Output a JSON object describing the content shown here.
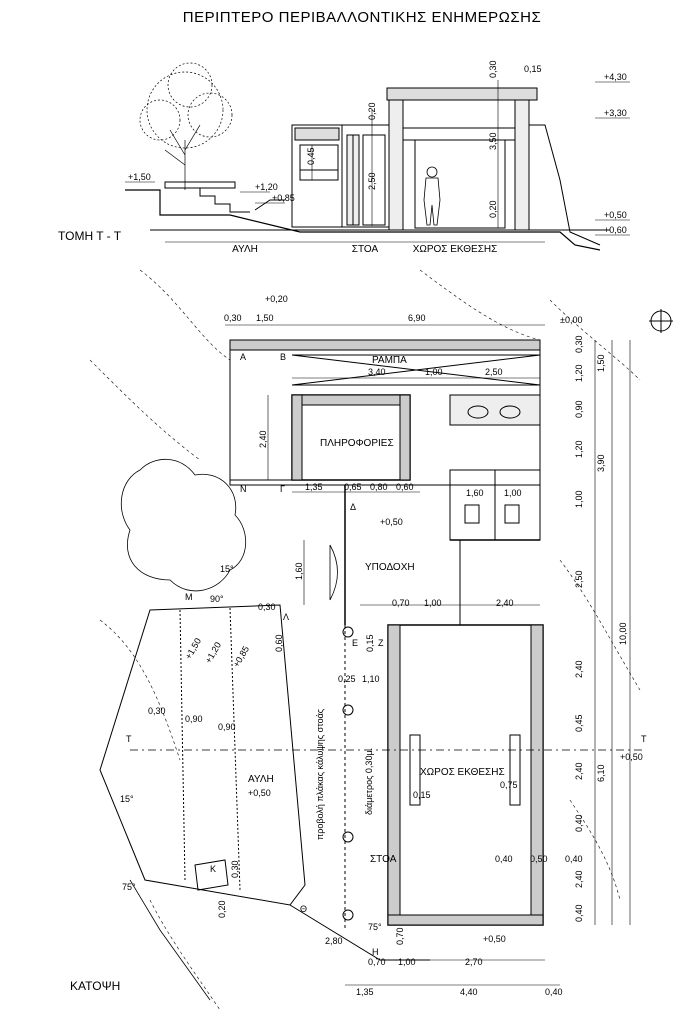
{
  "title": "ΠΕΡΙΠΤΕΡΟ ΠΕΡΙΒΑΛΛΟΝΤΙΚΗΣ ΕΝΗΜΕΡΩΣΗΣ",
  "section": {
    "name": "ΤΟΜΗ Τ - Τ",
    "zones": [
      "ΑΥΛΗ",
      "ΣΤΟΑ",
      "ΧΩΡΟΣ ΕΚΘΕΣΗΣ"
    ],
    "levels": [
      "+1,50",
      "+1,20",
      "+0,85",
      "+4,30",
      "+3,30",
      "+0,50",
      "+0,60"
    ],
    "dims": [
      "0,30",
      "0,15",
      "0,20",
      "0,45",
      "2,50",
      "3,50",
      "0,20"
    ]
  },
  "plan": {
    "name": "ΚΑΤΟΨΗ",
    "rooms": {
      "ramp": "ΡΑΜΠΑ",
      "info": "ΠΛΗΡΟΦΟΡΙΕΣ",
      "reception": "ΥΠΟΔΟΧΗ",
      "exhibition": "ΧΩΡΟΣ ΕΚΘΕΣΗΣ",
      "stoa": "ΣΤΟΑ",
      "courtyard": "ΑΥΛΗ"
    },
    "notes": [
      "προβολή πλάκας κάλυψης στοάς",
      "διάμετρος 0,30μ."
    ],
    "levels": [
      "+0,20",
      "±0,00",
      "+0,50",
      "+0,50",
      "+0,50",
      "+0,50"
    ],
    "markers": [
      "Α",
      "Β",
      "Γ",
      "Δ",
      "Ε",
      "Ζ",
      "Η",
      "Θ",
      "Κ",
      "Λ",
      "Μ",
      "Ν"
    ],
    "cut_marker": "Τ",
    "angles": [
      "15°",
      "90°",
      "15°",
      "75°",
      "75°"
    ],
    "dims_top": [
      "0,30",
      "1,50",
      "6,90"
    ],
    "dims_ramp": [
      "3,40",
      "1,00",
      "2,50"
    ],
    "dims_right_a": [
      "0,30",
      "1,20",
      "0,90",
      "1,20",
      "1,00",
      "2,50",
      "2,40",
      "0,45",
      "2,40",
      "0,40",
      "2,40",
      "0,40"
    ],
    "dims_right_b": [
      "1,50",
      "3,90",
      "6,10"
    ],
    "dims_right_total": "10,00",
    "dims_left": [
      "2,40",
      "1,60"
    ],
    "dims_mid": [
      "1,35",
      "0,65",
      "0,80",
      "0,60",
      "1,60",
      "1,00",
      "0,70",
      "1,00",
      "2,40",
      "0,15",
      "0,25",
      "1,10",
      "0,15",
      "0,75",
      "0,40",
      "0,50",
      "0,40"
    ],
    "dims_court": [
      "0,30",
      "0,60",
      "+1,50",
      "+1,20",
      "+0,85",
      "0,90",
      "0,90",
      "0,30",
      "0,30",
      "0,20",
      "2,80"
    ],
    "dims_bottom_a": [
      "0,70",
      "0,70",
      "1,00",
      "2,70"
    ],
    "dims_bottom_b": [
      "1,35",
      "4,40",
      "0,40"
    ]
  }
}
